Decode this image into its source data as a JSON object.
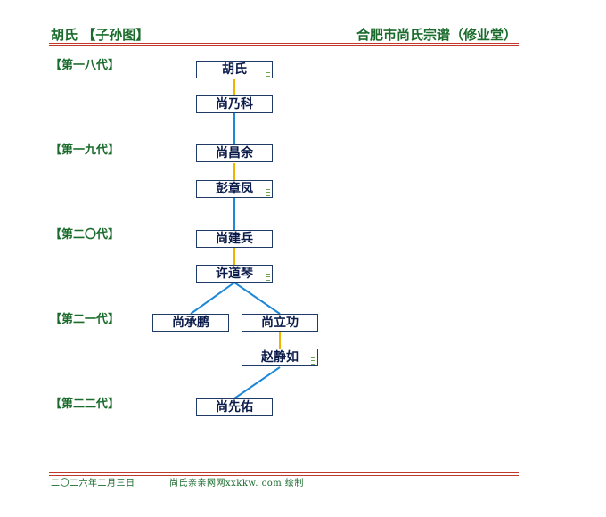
{
  "header": {
    "left_title": "胡氏 【子孙图】",
    "right_title": "合肥市尚氏宗谱（修业堂）"
  },
  "generations": [
    "【第一八代】",
    "【第一九代】",
    "【第二〇代】",
    "【第二一代】",
    "【第二二代】"
  ],
  "people": {
    "hu_shi": "胡氏",
    "shang_naike": "尚乃科",
    "shang_changyu": "尚昌余",
    "peng_zhangfeng": "彭章凤",
    "shang_jianbing": "尚建兵",
    "xu_daoqin": "许道琴",
    "shang_chengpeng": "尚承鹏",
    "shang_ligong": "尚立功",
    "zhao_jingru": "赵静如",
    "shang_xianyou": "尚先佑"
  },
  "footer": {
    "date": "二〇二六年二月三日",
    "credit": "尚氏亲亲网网xxkkw. com 绘制"
  },
  "colors": {
    "title_green": "#1a6b2c",
    "rule_red": "#c0392b",
    "spouse_line": "#f0b400",
    "descent_line": "#1e88d8",
    "box_border": "#1f3a66"
  }
}
